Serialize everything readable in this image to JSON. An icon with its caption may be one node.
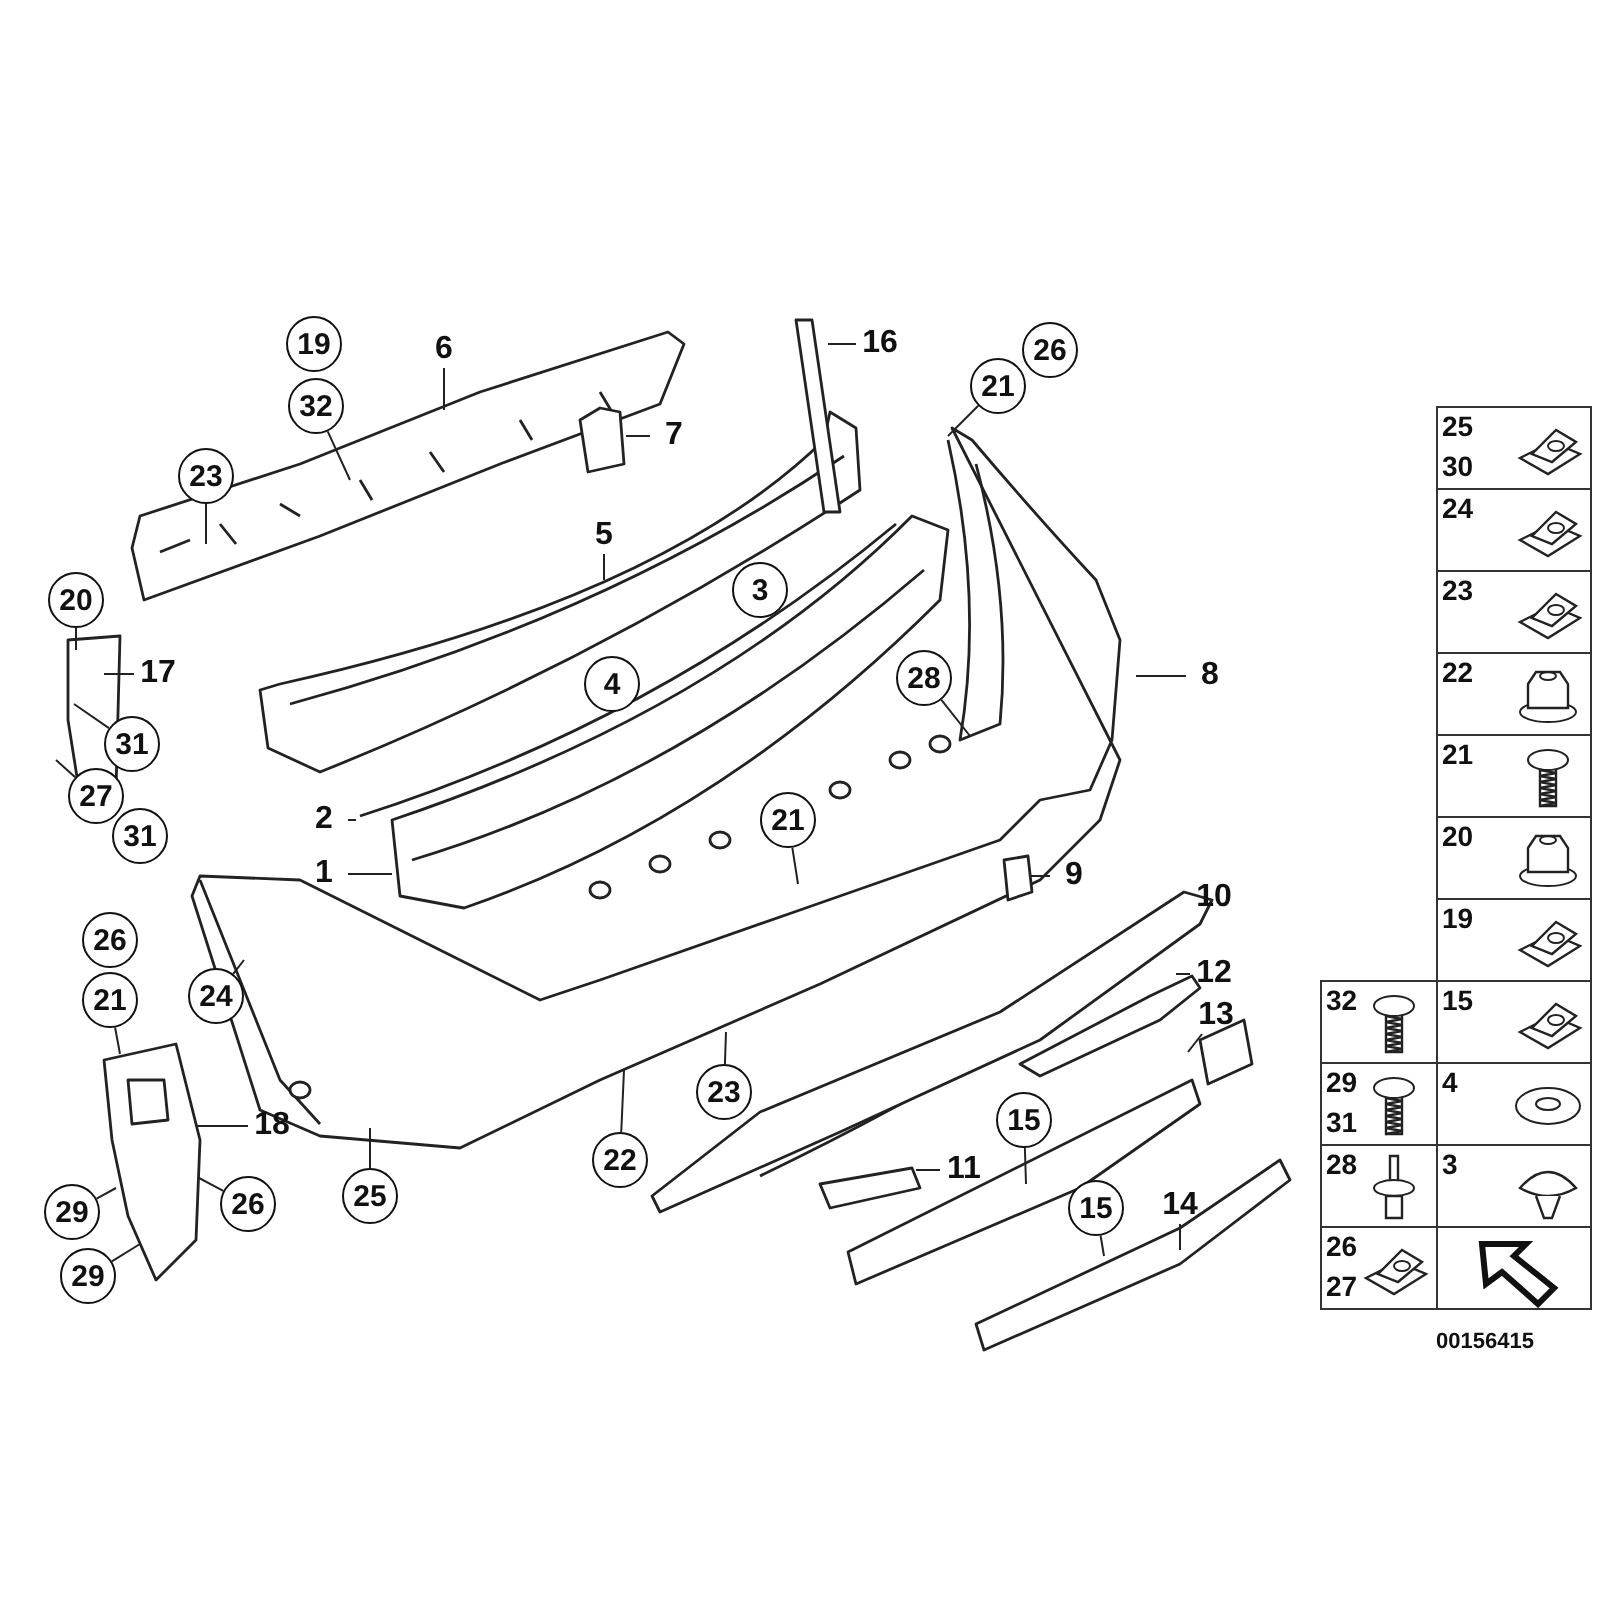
{
  "diagram": {
    "nodes": [
      {
        "text": [
          "6"
        ]
      },
      {
        "text": [
          "16"
        ]
      },
      {
        "text": [
          "21"
        ]
      },
      {
        "text": [
          "32"
        ]
      },
      {
        "text": [
          "7"
        ]
      },
      {
        "text": [
          "23"
        ]
      },
      {
        "text": [
          "5"
        ]
      },
      {
        "text": [
          "20"
        ]
      },
      {
        "text": [
          "17"
        ]
      },
      {
        "text": [
          "8"
        ]
      },
      {
        "text": [
          "28"
        ]
      },
      {
        "text": [
          "31"
        ]
      },
      {
        "text": [
          "27"
        ]
      },
      {
        "text": [
          "2"
        ]
      },
      {
        "text": [
          "21"
        ]
      },
      {
        "text": [
          "1"
        ]
      },
      {
        "text": [
          "9"
        ]
      },
      {
        "text": [
          "10"
        ]
      },
      {
        "text": [
          "12"
        ]
      },
      {
        "text": [
          "24"
        ]
      },
      {
        "text": [
          "21"
        ]
      },
      {
        "text": [
          "13"
        ]
      },
      {
        "text": [
          "23"
        ]
      },
      {
        "text": [
          "15"
        ]
      },
      {
        "text": [
          "18"
        ]
      },
      {
        "text": [
          "22"
        ]
      },
      {
        "text": [
          "11"
        ]
      },
      {
        "text": [
          "25"
        ]
      },
      {
        "text": [
          "26"
        ]
      },
      {
        "text": [
          "14"
        ]
      },
      {
        "text": [
          "15"
        ]
      },
      {
        "text": [
          "29"
        ]
      },
      {
        "text": [
          "29"
        ]
      },
      {
        "text": [
          "19"
        ]
      },
      {
        "text": [
          "26"
        ]
      },
      {
        "text": [
          "3"
        ]
      },
      {
        "text": [
          "4"
        ]
      },
      {
        "text": [
          "31"
        ]
      },
      {
        "text": [
          "26"
        ]
      },
      {
        "text": [],
        "shape": "picture"
      },
      {
        "text": [],
        "shape": "picture"
      },
      {
        "text": [],
        "shape": "picture"
      }
    ],
    "edges": [
      {
        "from": 0,
        "to": null,
        "arrow": "none"
      },
      {
        "from": 1,
        "to": null,
        "arrow": "none"
      },
      {
        "from": 2,
        "to": null,
        "arrow": "none"
      },
      {
        "from": 3,
        "to": null,
        "arrow": "none"
      },
      {
        "from": 4,
        "to": null,
        "arrow": "none"
      },
      {
        "from": 5,
        "to": null,
        "arrow": "none"
      },
      {
        "from": 6,
        "to": null,
        "arrow": "none"
      },
      {
        "from": 7,
        "to": null,
        "arrow": "none"
      },
      {
        "from": 8,
        "to": null,
        "arrow": "none"
      },
      {
        "from": 9,
        "to": null,
        "arrow": "none"
      },
      {
        "from": 10,
        "to": null,
        "arrow": "none"
      },
      {
        "from": 11,
        "to": null,
        "arrow": "none"
      },
      {
        "from": 12,
        "to": null,
        "arrow": "none"
      },
      {
        "from": 13,
        "to": null,
        "arrow": "none"
      },
      {
        "from": 14,
        "to": null,
        "arrow": "none"
      },
      {
        "from": 15,
        "to": null,
        "arrow": "none"
      },
      {
        "from": 16,
        "to": 41,
        "arrow": "none"
      },
      {
        "from": 17,
        "to": 39,
        "arrow": "none"
      },
      {
        "from": 18,
        "to": null,
        "arrow": "none"
      },
      {
        "from": 19,
        "to": null,
        "arrow": "none"
      },
      {
        "from": 20,
        "to": 40,
        "arrow": "none"
      },
      {
        "from": 21,
        "to": null,
        "arrow": "none"
      },
      {
        "from": 22,
        "to": null,
        "arrow": "none"
      },
      {
        "from": 23,
        "to": null,
        "arrow": "none"
      },
      {
        "from": 24,
        "to": 40,
        "arrow": "none"
      },
      {
        "from": 25,
        "to": null,
        "arrow": "none"
      },
      {
        "from": 26,
        "to": null,
        "arrow": "none"
      },
      {
        "from": 27,
        "to": null,
        "arrow": "none"
      },
      {
        "from": 28,
        "to": 40,
        "arrow": "none"
      },
      {
        "from": 29,
        "to": null,
        "arrow": "none"
      },
      {
        "from": 30,
        "to": null,
        "arrow": "none"
      },
      {
        "from": 31,
        "to": 40,
        "arrow": "none"
      },
      {
        "from": 32,
        "to": 40,
        "arrow": "none"
      }
    ],
    "labels": [
      "25",
      "30",
      "24",
      "23",
      "22",
      "21",
      "20",
      "19",
      "32",
      "15",
      "29",
      "31",
      "4",
      "28",
      "3",
      "26",
      "27",
      "00156415"
    ]
  }
}
